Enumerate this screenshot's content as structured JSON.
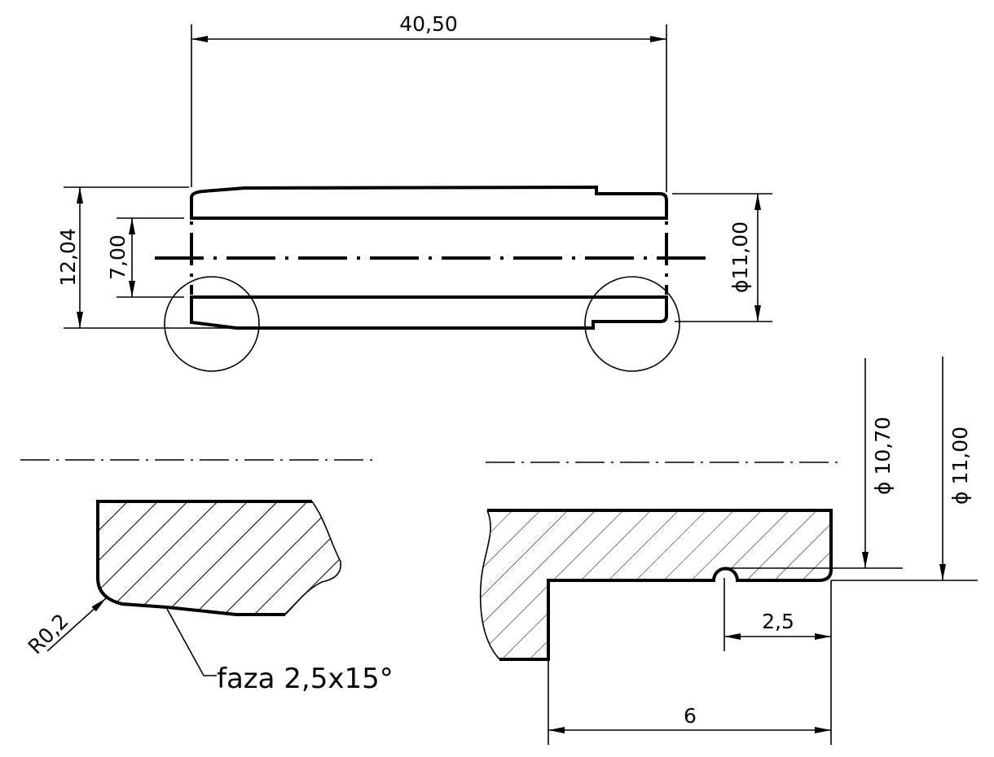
{
  "drawing": {
    "main_view": {
      "length_label": "40,50",
      "outer_height_label": "12,04",
      "inner_diameter_label": "7,00",
      "outer_diameter_label": "ϕ11,00"
    },
    "detail_left": {
      "radius_label": "R0,2",
      "chamfer_note": "faza 2,5x15°"
    },
    "detail_right": {
      "groove_diameter_label": "ϕ 10,70",
      "outer_diameter_label": "ϕ 11,00",
      "groove_offset_label": "2,5",
      "step_length_label": "6"
    },
    "colors": {
      "line": "#000000",
      "background": "#ffffff"
    }
  }
}
